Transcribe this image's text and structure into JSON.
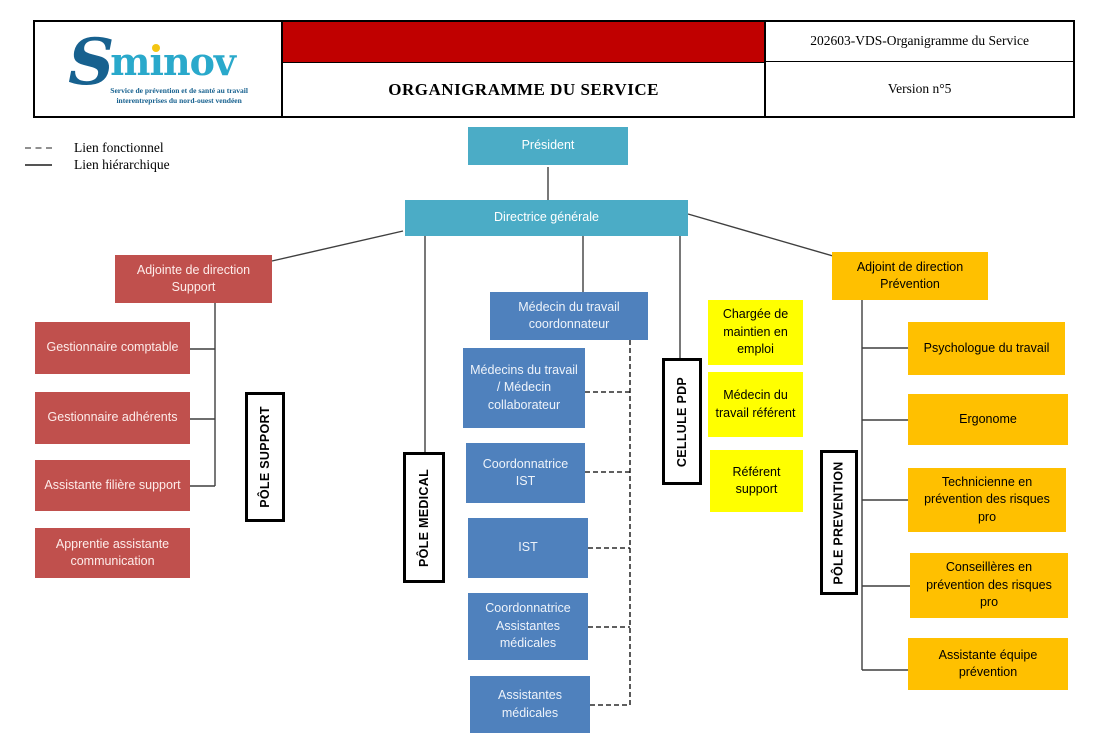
{
  "colors": {
    "teal": "#4BACC6",
    "red": "#C0504D",
    "blue": "#4F81BD",
    "yellow": "#FFFF00",
    "orange": "#FFC000",
    "header_red": "#C00000",
    "logo_dark": "#17618F",
    "logo_cyan": "#2AA9CB",
    "logo_dot": "#F3C512",
    "line": "#3F3F3F"
  },
  "header": {
    "doc_ref": "202603-VDS-Organigramme du Service",
    "title": "ORGANIGRAMME DU SERVICE",
    "version": "Version n°5",
    "logo": {
      "brand": "Sminov",
      "brand_s": "S",
      "brand_m": "m",
      "brand_i_stem": "ı",
      "brand_nov": "nov",
      "tagline1": "Service de prévention et de santé au travail",
      "tagline2": "interentreprises du nord-ouest vendéen"
    }
  },
  "legend": {
    "functional": "Lien fonctionnel",
    "hierarchical": "Lien hiérarchique"
  },
  "org": {
    "president": "Président",
    "directrice": "Directrice générale",
    "support": {
      "head": "Adjointe de direction Support",
      "pole": "PÔLE SUPPORT",
      "members": [
        "Gestionnaire comptable",
        "Gestionnaire adhérents",
        "Assistante filière support",
        "Apprentie assistante communication"
      ]
    },
    "medical": {
      "head": "Médecin du travail coordonnateur",
      "pole": "PÔLE MEDICAL",
      "members": [
        "Médecins du travail / Médecin collaborateur",
        "Coordonnatrice IST",
        "IST",
        "Coordonnatrice Assistantes médicales",
        "Assistantes médicales"
      ]
    },
    "pdp": {
      "pole": "CELLULE PDP",
      "members": [
        "Chargée de maintien en emploi",
        "Médecin du travail référent",
        "Référent support"
      ]
    },
    "prevention": {
      "head": "Adjoint de direction Prévention",
      "pole": "PÔLE PREVENTION",
      "members": [
        "Psychologue du travail",
        "Ergonome",
        "Technicienne en prévention des risques pro",
        "Conseillères en prévention des risques pro",
        "Assistante équipe prévention"
      ]
    }
  }
}
